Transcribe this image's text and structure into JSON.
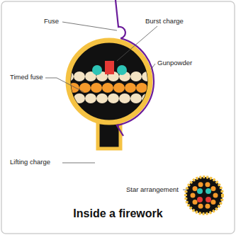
{
  "diagram": {
    "title": "Inside a firework",
    "labels": [
      "Fuse",
      "Burst charge",
      "Gunpowder",
      "Timed fuse",
      "Lifting charge",
      "Star arrangement"
    ]
  }
}
